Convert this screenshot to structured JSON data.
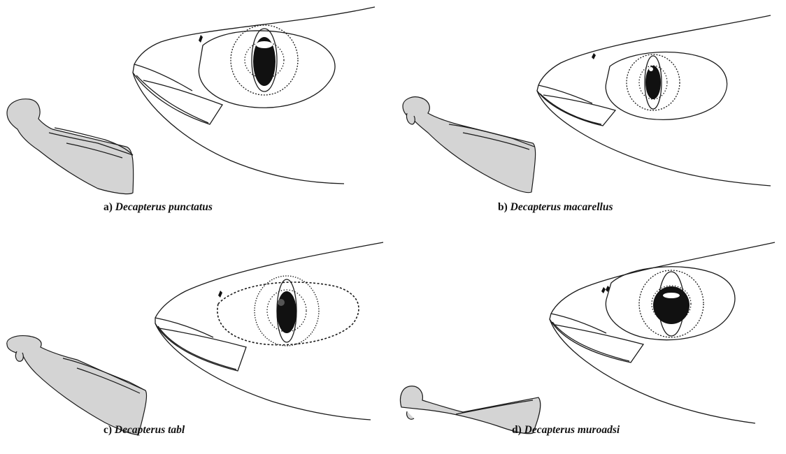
{
  "figure": {
    "panels": [
      {
        "letter": "a)",
        "species": "Decapterus punctatus"
      },
      {
        "letter": "b)",
        "species": "Decapterus macarellus"
      },
      {
        "letter": "c)",
        "species": "Decapterus tabl"
      },
      {
        "letter": "d)",
        "species": "Decapterus muroadsi"
      }
    ],
    "colors": {
      "line": "#1a1a1a",
      "bone_fill": "#d4d4d4",
      "pupil": "#111111"
    }
  }
}
